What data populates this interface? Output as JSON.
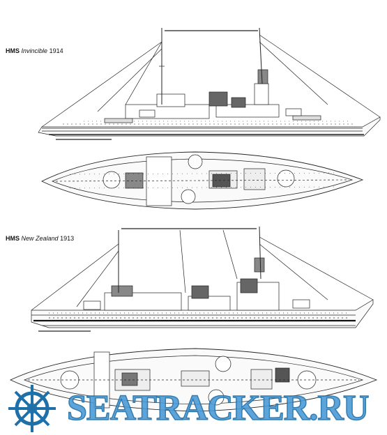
{
  "captions": [
    {
      "prefix": "HMS",
      "name": "Invincible",
      "year": "1914"
    },
    {
      "prefix": "HMS",
      "name": "New Zealand",
      "year": "1913"
    }
  ],
  "watermark": {
    "text": "SEATRACKER.RU",
    "color": "#4b9bd6",
    "icon": "ship-wheel-logo"
  }
}
